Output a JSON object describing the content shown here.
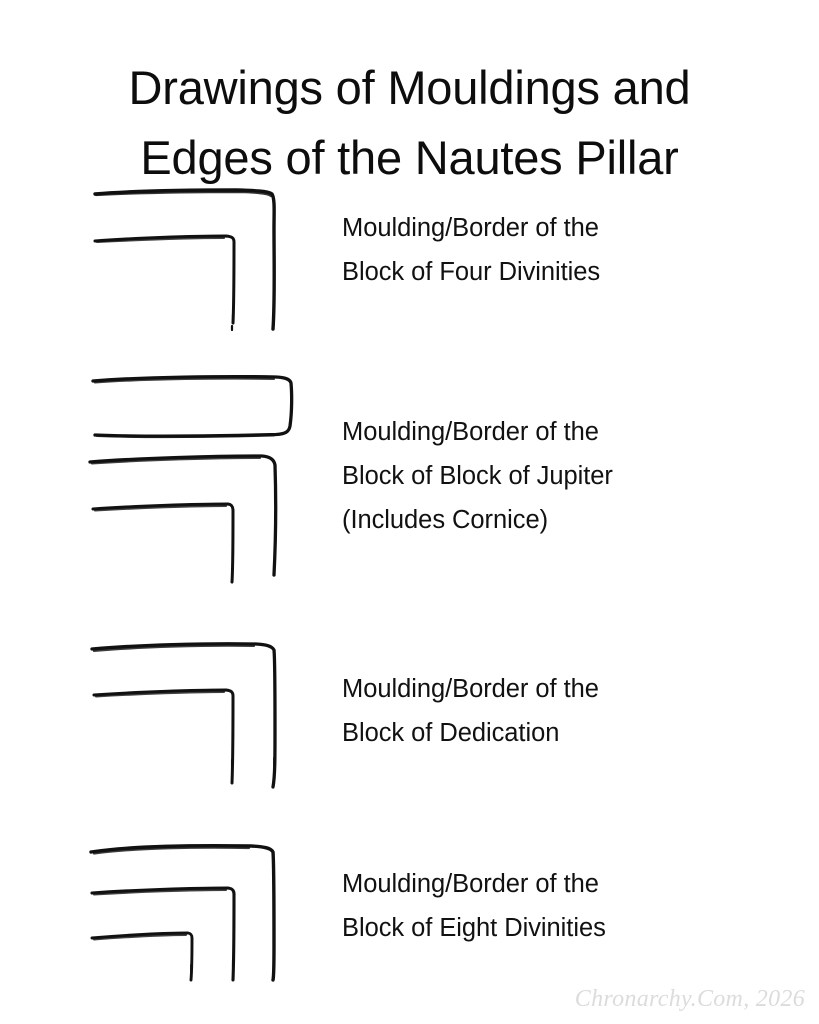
{
  "page": {
    "title": "Drawings of Mouldings and\nEdges of the Nautes Pillar",
    "background_color": "#ffffff",
    "ink_color": "#111111",
    "credit_color": "#dcdcdc"
  },
  "figures": [
    {
      "id": "moulding-four-divinities",
      "caption": "Moulding/Border of the\nBlock of Four Divinities",
      "drawing_name": "corner-profile-two-nested-L",
      "nested_edges": 2,
      "description": "Hand-drawn corner profile: two nested right-angle (L) lines"
    },
    {
      "id": "moulding-jupiter",
      "caption": "Moulding/Border of the\nBlock of Block of Jupiter\n(Includes Cornice)",
      "drawing_name": "corner-profile-with-cornice-box",
      "nested_edges": 3,
      "description": "Hand-drawn corner profile with a rectangular cornice band above two nested right-angle lines"
    },
    {
      "id": "moulding-dedication",
      "caption": "Moulding/Border of the\nBlock of Dedication",
      "drawing_name": "corner-profile-two-nested-L",
      "nested_edges": 2,
      "description": "Hand-drawn corner profile: two nested right-angle (L) lines"
    },
    {
      "id": "moulding-eight-divinities",
      "caption": "Moulding/Border of the\nBlock of Eight Divinities",
      "drawing_name": "corner-profile-three-nested-L",
      "nested_edges": 3,
      "description": "Hand-drawn corner profile: three nested right-angle (L) lines"
    }
  ],
  "footer": {
    "credit": "Chronarchy.Com, 2026"
  }
}
